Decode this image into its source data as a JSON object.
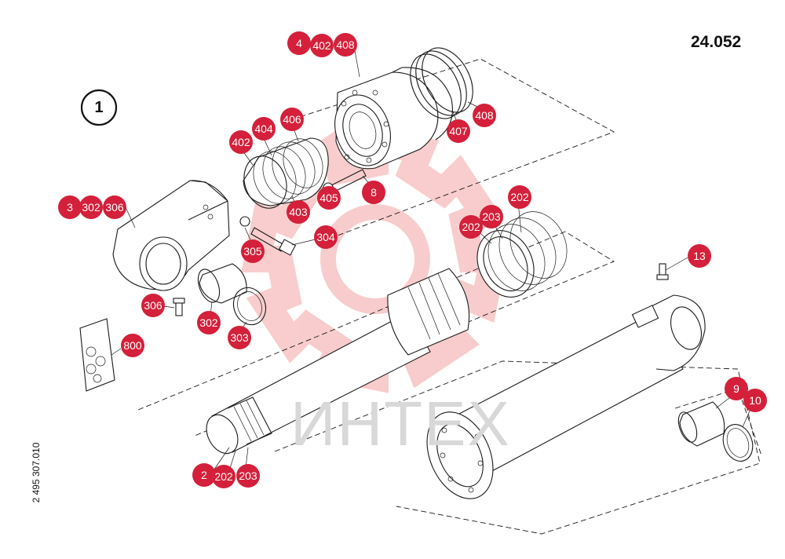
{
  "document": {
    "code": "24.052",
    "drawing_number": "2 495 307.010",
    "group_marker": "1"
  },
  "watermark": {
    "text": "ИНТЕХ",
    "color": "#e84a4a"
  },
  "colors": {
    "callout": "#d4203a",
    "callout_text": "#ffffff"
  },
  "callouts": [
    {
      "id": "c-4",
      "label": "4"
    },
    {
      "id": "c-402-top",
      "label": "402"
    },
    {
      "id": "c-408-top",
      "label": "408"
    },
    {
      "id": "c-406",
      "label": "406"
    },
    {
      "id": "c-404",
      "label": "404"
    },
    {
      "id": "c-402",
      "label": "402"
    },
    {
      "id": "c-403",
      "label": "403"
    },
    {
      "id": "c-405",
      "label": "405"
    },
    {
      "id": "c-8",
      "label": "8"
    },
    {
      "id": "c-407",
      "label": "407"
    },
    {
      "id": "c-408",
      "label": "408"
    },
    {
      "id": "c-3",
      "label": "3"
    },
    {
      "id": "c-302-left",
      "label": "302"
    },
    {
      "id": "c-306-left",
      "label": "306"
    },
    {
      "id": "c-304",
      "label": "304"
    },
    {
      "id": "c-305",
      "label": "305"
    },
    {
      "id": "c-306",
      "label": "306"
    },
    {
      "id": "c-302",
      "label": "302"
    },
    {
      "id": "c-303",
      "label": "303"
    },
    {
      "id": "c-800",
      "label": "800"
    },
    {
      "id": "c-202-top",
      "label": "202"
    },
    {
      "id": "c-203-top",
      "label": "203"
    },
    {
      "id": "c-202-mid",
      "label": "202"
    },
    {
      "id": "c-13",
      "label": "13"
    },
    {
      "id": "c-9",
      "label": "9"
    },
    {
      "id": "c-10",
      "label": "10"
    },
    {
      "id": "c-2",
      "label": "2"
    },
    {
      "id": "c-202-bot",
      "label": "202"
    },
    {
      "id": "c-203-bot",
      "label": "203"
    }
  ]
}
